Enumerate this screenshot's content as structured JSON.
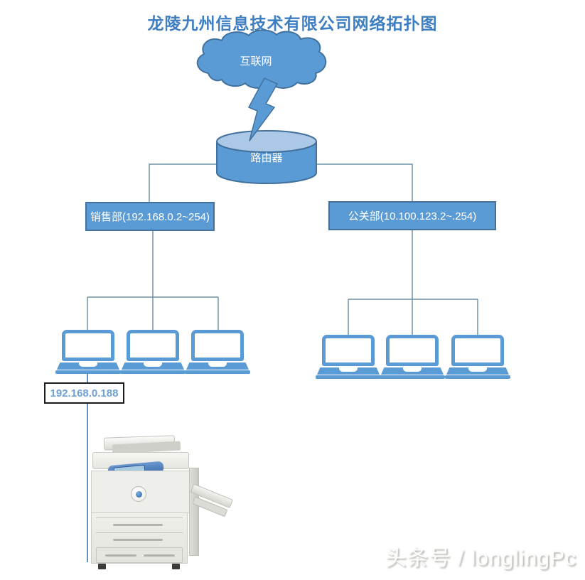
{
  "title": "龙陵九州信息技术有限公司网络拓扑图",
  "nodes": {
    "internet": "互联网",
    "router": "路由器",
    "sales_dept": "销售部(192.168.0.2~254)",
    "pr_dept": "公关部(10.100.123.2~.254)",
    "printer_ip": "192.168.0.188"
  },
  "watermark": "头条号 / longlingPc",
  "colors": {
    "title_text": "#3E7EC2",
    "shape_fill": "#5B9BD5",
    "shape_border": "#41719C",
    "cylinder_top": "#ABC9E7",
    "connector_line": "#6D92A8",
    "printer_link_line": "#4F86B8",
    "ip_text": "#6FA0D6"
  }
}
